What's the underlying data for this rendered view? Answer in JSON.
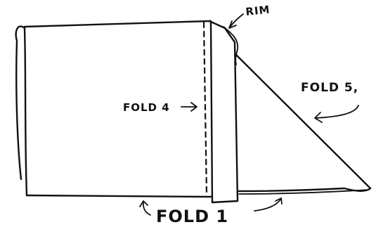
{
  "labels": {
    "rim": "RIM",
    "fold4": "FOLD 4",
    "fold5": "FOLD 5,",
    "fold1": "FOLD 1"
  }
}
